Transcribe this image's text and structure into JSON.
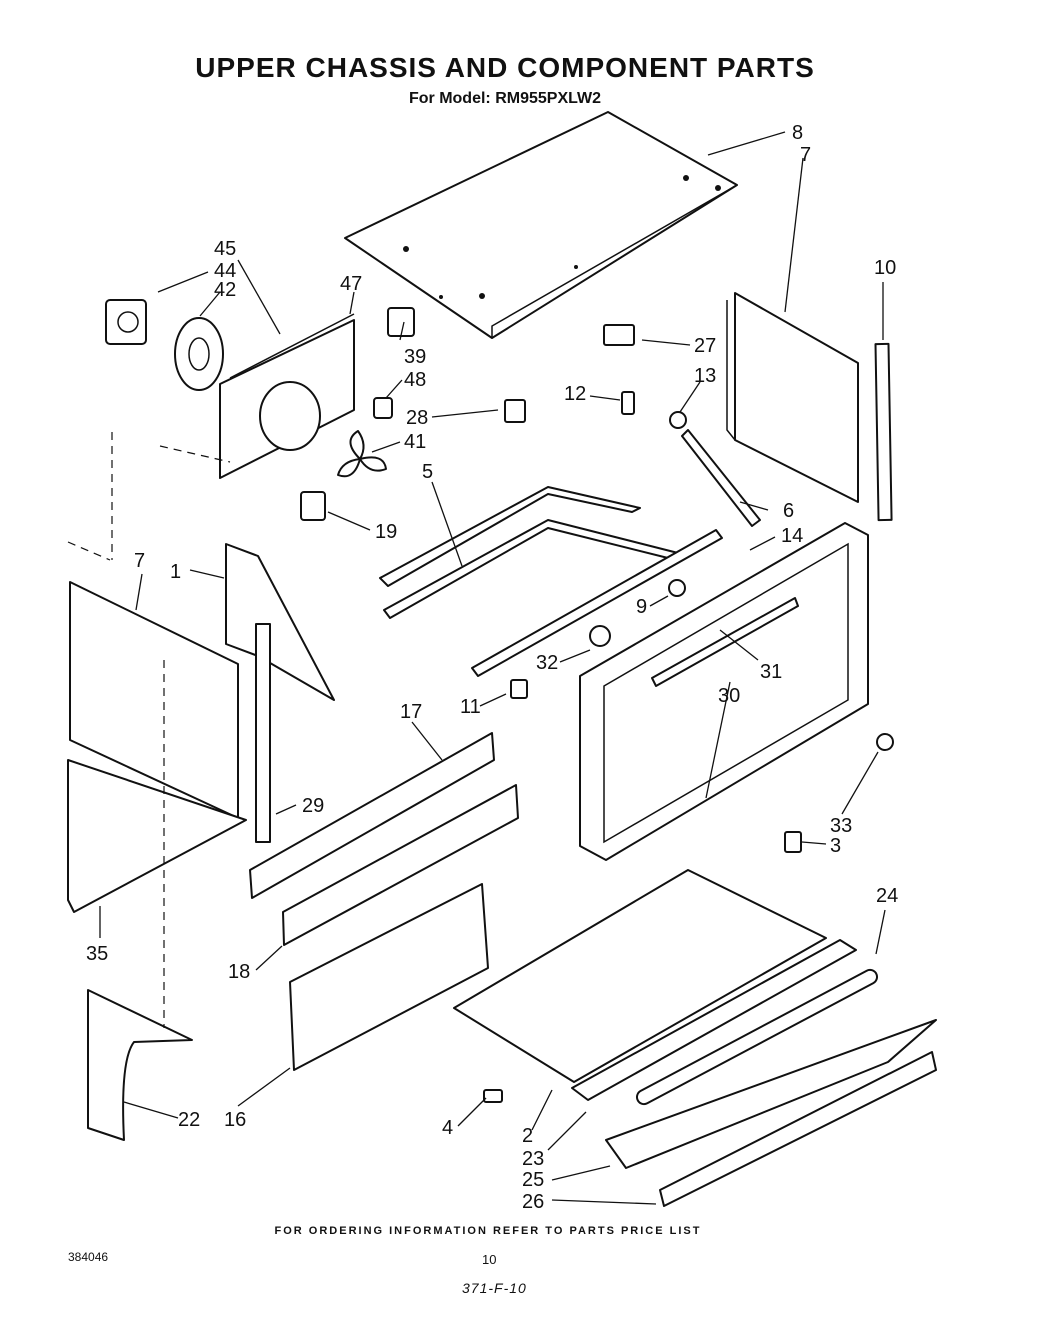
{
  "header": {
    "title": "UPPER CHASSIS AND COMPONENT PARTS",
    "subtitle": "For Model: RM955PXLW2"
  },
  "footer": {
    "note": "FOR ORDERING INFORMATION REFER TO PARTS PRICE LIST",
    "doc_number": "384046",
    "page_number": "10",
    "form_code": "371-F-10"
  },
  "callouts": {
    "c8": "8",
    "c7a": "7",
    "c10": "10",
    "c45": "45",
    "c44": "44",
    "c42": "42",
    "c47": "47",
    "c39": "39",
    "c48": "48",
    "c27": "27",
    "c12": "12",
    "c13": "13",
    "c28": "28",
    "c41": "41",
    "c5": "5",
    "c6": "6",
    "c14": "14",
    "c19": "19",
    "c7b": "7",
    "c1": "1",
    "c9": "9",
    "c32": "32",
    "c31": "31",
    "c11": "11",
    "c30": "30",
    "c17": "17",
    "c29": "29",
    "c33": "33",
    "c3": "3",
    "c35": "35",
    "c24": "24",
    "c18": "18",
    "c22": "22",
    "c16": "16",
    "c4": "4",
    "c2": "2",
    "c23": "23",
    "c25": "25",
    "c26": "26"
  }
}
